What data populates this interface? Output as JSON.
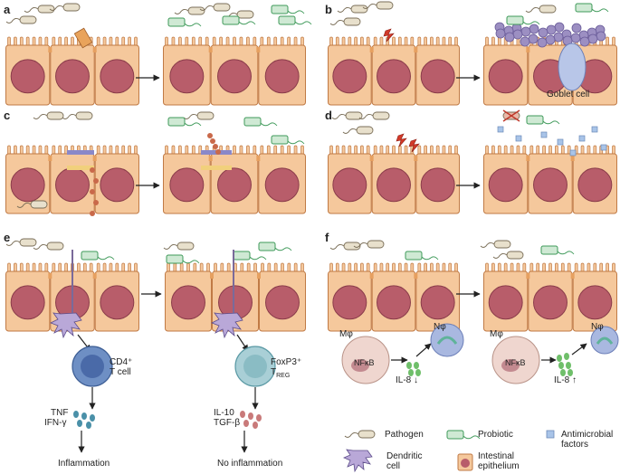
{
  "panels": {
    "a": "a",
    "b": "b",
    "c": "c",
    "d": "d",
    "e": "e",
    "f": "f"
  },
  "panel_b": {
    "goblet_cell": "Goblet cell"
  },
  "panel_e": {
    "left_cell": "CD4⁺",
    "left_cell_line2": "T cell",
    "right_cell": "FoxP3⁺",
    "right_cell_line2": "T",
    "right_cell_sub": "REG",
    "left_cytokines_1": "TNF",
    "left_cytokines_2": "IFN-γ",
    "right_cytokines_1": "IL-10",
    "right_cytokines_2": "TGF-β",
    "left_outcome": "Inflammation",
    "right_outcome": "No inflammation"
  },
  "panel_f": {
    "macrophage": "Mφ",
    "neutrophil": "Nφ",
    "nfkb": "NFκB",
    "il8_down": "IL-8 ↓",
    "il8_up": "IL-8 ↑"
  },
  "legend": {
    "pathogen": "Pathogen",
    "probiotic": "Probiotic",
    "antimicrobial": "Antimicrobial",
    "antimicrobial_line2": "factors",
    "dendritic": "Dendritic",
    "dendritic_line2": "cell",
    "epithelium": "Intestinal",
    "epithelium_line2": "epithelium"
  },
  "colors": {
    "cell_fill": "#f5c89c",
    "cell_stroke": "#c07a45",
    "nucleus": "#b85d6a",
    "pathogen": "#e8e0cc",
    "probiotic": "#cfe9d4",
    "probiotic_stroke": "#3f9a5a",
    "mucus": "#9c8fc2",
    "antimicrobial": "#a9c4e8",
    "cd4": "#6e8fc4",
    "treg": "#a9cfd6"
  }
}
